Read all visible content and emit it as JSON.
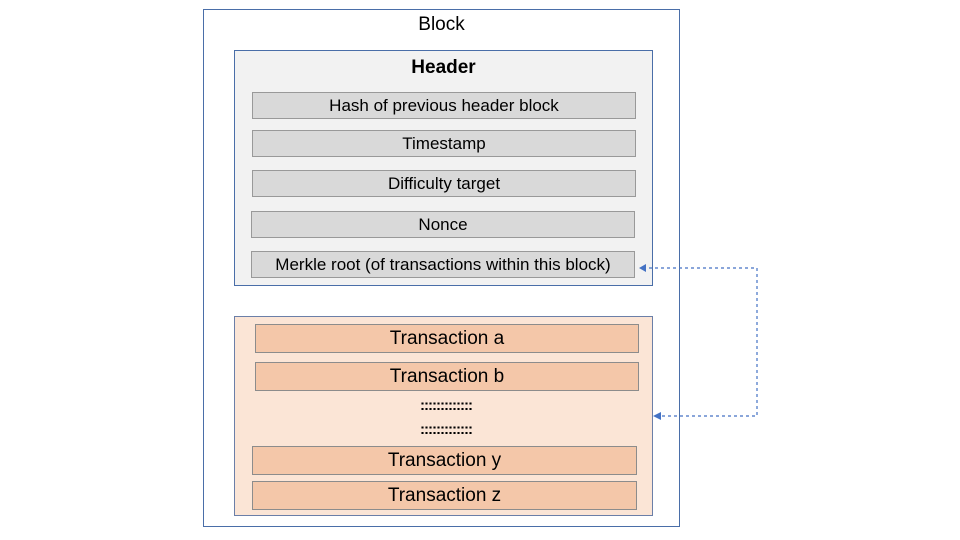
{
  "block": {
    "title": "Block"
  },
  "header": {
    "title": "Header",
    "fields": [
      "Hash of previous header block",
      "Timestamp",
      "Difficulty target",
      "Nonce",
      "Merkle root (of transactions within this block)"
    ]
  },
  "transactions": {
    "items_top": [
      "Transaction a",
      "Transaction b"
    ],
    "ellipsis": [
      ":::::::::::::",
      ":::::::::::::"
    ],
    "items_bottom": [
      "Transaction y",
      "Transaction z"
    ]
  },
  "colors": {
    "frame_border": "#4a6ea8",
    "header_fill": "#f2f2f2",
    "field_fill": "#d9d9d9",
    "tx_panel_fill": "#fbe5d6",
    "tx_fill": "#f4c7a9",
    "arrow": "#4472c4"
  }
}
